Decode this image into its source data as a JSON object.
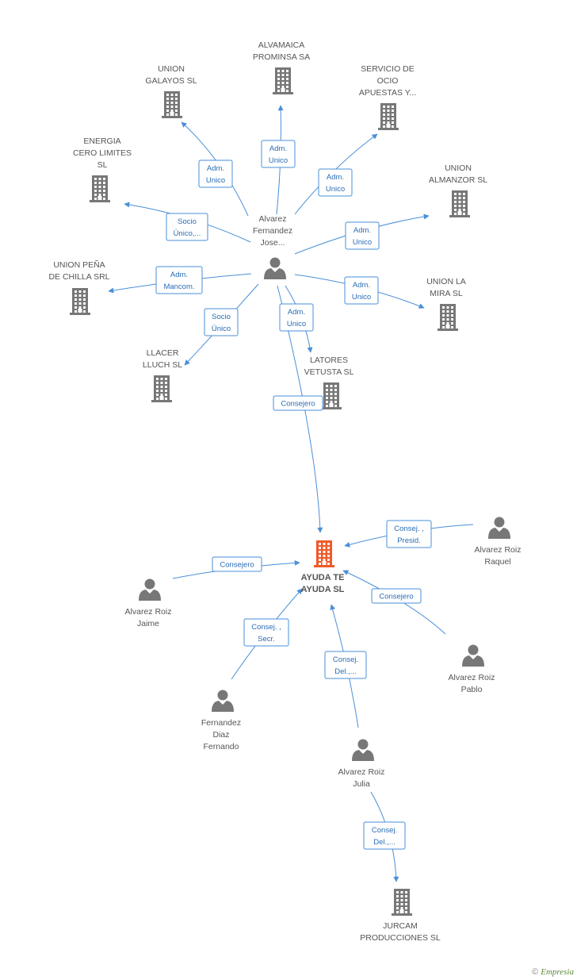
{
  "colors": {
    "edge": "#4a8fd8",
    "node": "#777777",
    "main": "#f05a28"
  },
  "nodes": [
    {
      "id": "person_jose",
      "kind": "person",
      "label": [
        "Alvarez",
        "Fernandez",
        "Jose..."
      ]
    },
    {
      "id": "alvamaica",
      "kind": "company",
      "label": [
        "ALVAMAICA",
        "PROMINSA SA"
      ]
    },
    {
      "id": "union_galayos",
      "kind": "company",
      "label": [
        "UNION",
        "GALAYOS  SL"
      ]
    },
    {
      "id": "servicio_ocio",
      "kind": "company",
      "label": [
        "SERVICIO DE",
        "OCIO",
        "APUESTAS Y..."
      ]
    },
    {
      "id": "energia",
      "kind": "company",
      "label": [
        "ENERGIA",
        "CERO LIMITES",
        "SL"
      ]
    },
    {
      "id": "union_almanzor",
      "kind": "company",
      "label": [
        "UNION",
        "ALMANZOR  SL"
      ]
    },
    {
      "id": "union_pena",
      "kind": "company",
      "label": [
        "UNION PEÑA",
        "DE CHILLA SRL"
      ]
    },
    {
      "id": "union_mira",
      "kind": "company",
      "label": [
        "UNION LA",
        "MIRA  SL"
      ]
    },
    {
      "id": "llacer",
      "kind": "company",
      "label": [
        "LLACER",
        "LLUCH  SL"
      ]
    },
    {
      "id": "latores",
      "kind": "company",
      "label": [
        "LATORES",
        "VETUSTA  SL"
      ]
    },
    {
      "id": "main",
      "kind": "main",
      "label": [
        "AYUDA TE",
        "AYUDA SL"
      ]
    },
    {
      "id": "raquel",
      "kind": "person",
      "label": [
        "Alvarez Roiz",
        "Raquel"
      ]
    },
    {
      "id": "jaime",
      "kind": "person",
      "label": [
        "Alvarez Roiz",
        "Jaime"
      ]
    },
    {
      "id": "pablo",
      "kind": "person",
      "label": [
        "Alvarez Roiz",
        "Pablo"
      ]
    },
    {
      "id": "fernando",
      "kind": "person",
      "label": [
        "Fernandez",
        "Diaz",
        "Fernando"
      ]
    },
    {
      "id": "julia",
      "kind": "person",
      "label": [
        "Alvarez Roiz",
        "Julia"
      ]
    },
    {
      "id": "jurcam",
      "kind": "company",
      "label": [
        "JURCAM",
        "PRODUCCIONES SL"
      ]
    }
  ],
  "edges": [
    {
      "from": "person_jose",
      "to": "alvamaica",
      "label": [
        "Adm.",
        "Unico"
      ]
    },
    {
      "from": "person_jose",
      "to": "union_galayos",
      "label": [
        "Adm.",
        "Unico"
      ]
    },
    {
      "from": "person_jose",
      "to": "servicio_ocio",
      "label": [
        "Adm.",
        "Unico"
      ]
    },
    {
      "from": "person_jose",
      "to": "energia",
      "label": [
        "Socio",
        "Único,..."
      ]
    },
    {
      "from": "person_jose",
      "to": "union_almanzor",
      "label": [
        "Adm.",
        "Unico"
      ]
    },
    {
      "from": "person_jose",
      "to": "union_pena",
      "label": [
        "Adm.",
        "Mancom."
      ]
    },
    {
      "from": "person_jose",
      "to": "union_mira",
      "label": [
        "Adm.",
        "Unico"
      ]
    },
    {
      "from": "person_jose",
      "to": "llacer",
      "label": [
        "Socio",
        "Único"
      ]
    },
    {
      "from": "person_jose",
      "to": "latores",
      "label": [
        "Adm.",
        "Unico"
      ]
    },
    {
      "from": "person_jose",
      "to": "main",
      "label": [
        "Consejero"
      ]
    },
    {
      "from": "raquel",
      "to": "main",
      "label": [
        "Consej. ,",
        "Presid."
      ]
    },
    {
      "from": "jaime",
      "to": "main",
      "label": [
        "Consejero"
      ]
    },
    {
      "from": "pablo",
      "to": "main",
      "label": [
        "Consejero"
      ]
    },
    {
      "from": "fernando",
      "to": "main",
      "label": [
        "Consej. ,",
        "Secr."
      ]
    },
    {
      "from": "julia",
      "to": "main",
      "label": [
        "Consej.",
        "Del.,..."
      ]
    },
    {
      "from": "julia",
      "to": "jurcam",
      "label": [
        "Consej.",
        "Del.,..."
      ]
    }
  ],
  "footer": {
    "copyright": "©",
    "brand": "Empresia"
  }
}
